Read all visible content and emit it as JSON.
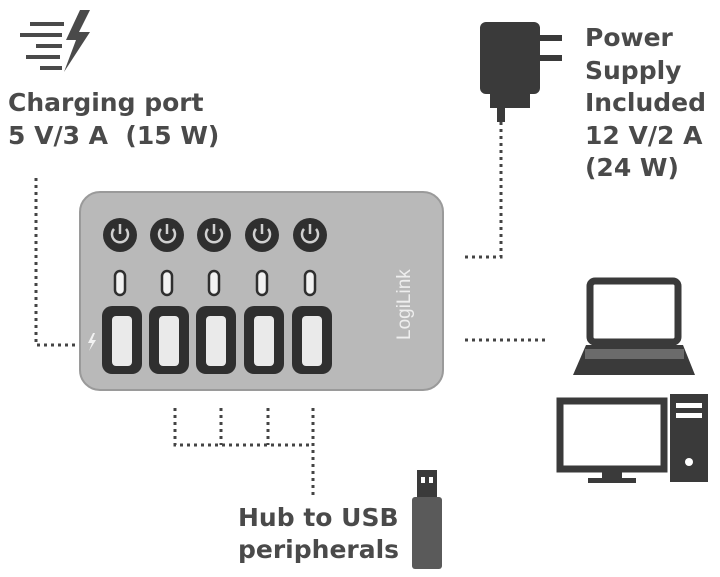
{
  "charging_port": {
    "line1": "Charging port",
    "line2": "5 V/3 A  (15 W)"
  },
  "power_supply": {
    "lines": [
      "Power",
      "Supply",
      "Included",
      "12 V/2 A",
      "(24 W)"
    ]
  },
  "hub": {
    "line1": "Hub to USB",
    "line2": "peripherals",
    "brand": "LogiLink",
    "power_buttons": 5,
    "usb_ports": 5
  },
  "colors": {
    "text": "#4a4a4a",
    "hub_body": "#b9b9b9",
    "dark": "#333333",
    "line": "#444444"
  },
  "icons": [
    "lightning-speed-icon",
    "power-adapter-icon",
    "laptop-icon",
    "desktop-computer-icon",
    "usb-stick-icon"
  ]
}
